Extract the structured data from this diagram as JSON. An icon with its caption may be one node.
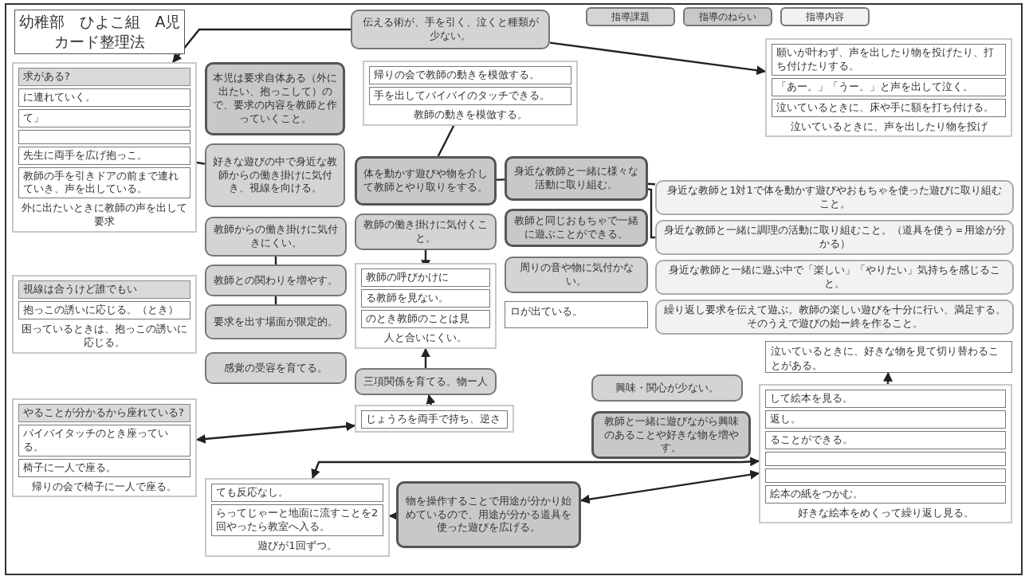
{
  "diagram": {
    "title": "幼稚部　ひよこ組　A児カード整理法",
    "nodes": [
      {
        "text": [
          "外に出たいときに教師の声を出して要求"
        ]
      },
      {
        "text": [
          "求がある?"
        ],
        "in": 0
      },
      {
        "text": [
          "に連れていく。"
        ],
        "in": 0
      },
      {
        "text": [
          "て」"
        ],
        "in": 0
      },
      {
        "text": [],
        "shape": "box",
        "in": 0
      },
      {
        "text": [
          "先生に両手を広げ抱っこ。"
        ],
        "in": 0
      },
      {
        "text": [
          "教師の手を引きドアの前まで連れていき、声を出している。"
        ],
        "in": 0
      },
      {
        "text": [
          "伝える術が、手を引く、泣くと種類が少ない。"
        ]
      },
      {
        "text": [
          "教師の動きを模倣する。"
        ]
      },
      {
        "text": [
          "帰りの会で教師の動きを模倣する。"
        ],
        "in": 8
      },
      {
        "text": [
          "手を出してバイバイのタッチできる。"
        ],
        "in": 8
      },
      {
        "text": [
          "泣いているときに、声を出したり物を投げ"
        ]
      },
      {
        "text": [
          "願いが叶わず、声を出したり物を投げたり、打ち付けたりする。"
        ],
        "in": 11
      },
      {
        "text": [
          "「あー。」「うー。」と声を出して泣く。"
        ],
        "in": 11
      },
      {
        "text": [
          "泣いているときに、床や手に額を打ち付ける。"
        ],
        "in": 11
      },
      {
        "text": [
          "本児は要求自体ある（外に出たい、抱っこして）ので、要求の内容を教師と作っていくこと。"
        ]
      },
      {
        "text": [
          "体を動かす遊びや物を介して教師とやり取りをする。"
        ]
      },
      {
        "text": [
          "身近な教師と1対1で体を動かす遊びやおもちゃを使った遊びに取り組むこと。"
        ]
      },
      {
        "text": [
          "身近な教師と一緒に調理の活動に取り組むこと。（道具を使う＝用途が分かる）"
        ]
      },
      {
        "text": [
          "人と合いにくい。"
        ]
      },
      {
        "text": [
          "教師の呼びかけに"
        ],
        "in": 19
      },
      {
        "text": [
          "る教師を見ない。"
        ],
        "in": 19
      },
      {
        "text": [
          "のとき教師のことは見"
        ],
        "in": 19
      },
      {
        "text": [
          "身近な教師と一緒に様々な活動に取り組む。"
        ]
      },
      {
        "text": [
          "身近な教師と一緒に遊ぶ中で「楽しい」「やりたい」気持ちを感じること。"
        ]
      },
      {
        "text": [
          "泣いているときに、好きな物を見て切り替わることがある。"
        ]
      },
      {
        "text": [
          "繰り返し要求を伝えて遊ぶ。教師の楽しい遊びを十分に行い、満足する。そのうえで遊びの始ー終を作ること。"
        ]
      },
      {
        "text": [
          "好きな遊びの中で身近な教師からの働き掛けに気付き、視線を向ける。"
        ]
      },
      {
        "text": [
          "教師の働き掛けに気付くこと。"
        ]
      },
      {
        "text": [
          "教師と同じおもちゃで一緒に遊ぶことができる。"
        ]
      },
      {
        "text": [
          "困っているときは、抱っこの誘いに応じる。"
        ]
      },
      {
        "text": [
          "視線は合うけど誰でもい"
        ],
        "in": 30
      },
      {
        "text": [
          "抱っこの誘いに応じる。（とき）"
        ],
        "in": 30
      },
      {
        "text": [
          "教師からの働き掛けに気付きにくい。"
        ]
      },
      {
        "text": [
          "周りの音や物に気付かない。"
        ]
      },
      {
        "text": [
          "ロが出ている。"
        ]
      },
      {
        "text": [
          "教師との関わりを増やす。"
        ]
      },
      {
        "text": [
          "要求を出す場面が限定的。"
        ]
      },
      {
        "text": [
          "三項関係を育てる。物ー人"
        ]
      },
      {
        "text": [
          "帰りの会で椅子に一人で座る。"
        ]
      },
      {
        "text": [
          "やることが分かるから座れている?"
        ],
        "in": 39
      },
      {
        "text": [
          "バイバイタッチのとき座っている。"
        ],
        "in": 39
      },
      {
        "text": [
          "椅子に一人で座る。"
        ],
        "in": 39
      },
      {
        "text": [
          "遊びが1回ずつ。"
        ]
      },
      {
        "text": [
          "ても反応なし。"
        ],
        "in": 43
      },
      {
        "text": [
          "らってじゃーと地面に流すことを2回やったら教室へ入る。"
        ],
        "in": 43
      },
      {
        "text": [
          "感覚の受容を育てる。"
        ]
      },
      {
        "text": [],
        "shape": "box"
      },
      {
        "text": [
          "じょうろを両手で持ち、逆さ"
        ],
        "in": 47
      },
      {
        "text": [
          "物を操作することで用途が分かり始めているので、用途が分かる道具を使った遊びを広げる。"
        ]
      },
      {
        "text": [
          "好きな絵本をめくって繰り返し見る。"
        ]
      },
      {
        "text": [
          "して絵本を見る。"
        ],
        "in": 50
      },
      {
        "text": [
          "返し。"
        ],
        "in": 50
      },
      {
        "text": [
          "ることができる。"
        ],
        "in": 50
      },
      {
        "text": [],
        "shape": "box",
        "in": 50
      },
      {
        "text": [],
        "shape": "box",
        "in": 50
      },
      {
        "text": [
          "絵本の紙をつかむ。"
        ],
        "in": 50
      },
      {
        "text": [
          "興味・関心が少ない。"
        ]
      },
      {
        "text": [
          "教師と一緒に遊びながら興味のあることや好きな物を増やす。"
        ]
      }
    ],
    "edges": [
      {
        "from": 7,
        "to": 0,
        "arrow": "to"
      },
      {
        "from": 7,
        "to": 11,
        "arrow": "to"
      },
      {
        "from": 8,
        "to": 16,
        "arrow": "none"
      },
      {
        "from": 16,
        "to": 23,
        "arrow": "none"
      },
      {
        "from": 23,
        "to": 17,
        "arrow": "none"
      },
      {
        "from": 23,
        "to": 18,
        "arrow": "none"
      },
      {
        "from": 0,
        "to": 27,
        "arrow": "none"
      },
      {
        "from": 28,
        "to": 20,
        "arrow": "to"
      },
      {
        "from": 36,
        "to": 33,
        "arrow": "none"
      },
      {
        "from": 36,
        "to": 37,
        "arrow": "none"
      },
      {
        "from": 38,
        "to": 19,
        "arrow": "to"
      },
      {
        "from": 39,
        "to": 47,
        "arrow": "both"
      },
      {
        "from": 47,
        "to": 38,
        "arrow": "to"
      },
      {
        "from": 43,
        "to": 50,
        "arrow": "both"
      },
      {
        "from": 49,
        "to": 50,
        "arrow": "both"
      },
      {
        "from": 49,
        "to": 43,
        "arrow": "to"
      },
      {
        "from": 50,
        "to": 25,
        "arrow": "to"
      }
    ],
    "legend": [
      {
        "text": "指導課題",
        "color": "#d4d4d4"
      },
      {
        "text": "指導のねらい",
        "color": "#c8c8c8"
      },
      {
        "text": "指導内容",
        "color": "#f2f2f2"
      }
    ]
  }
}
